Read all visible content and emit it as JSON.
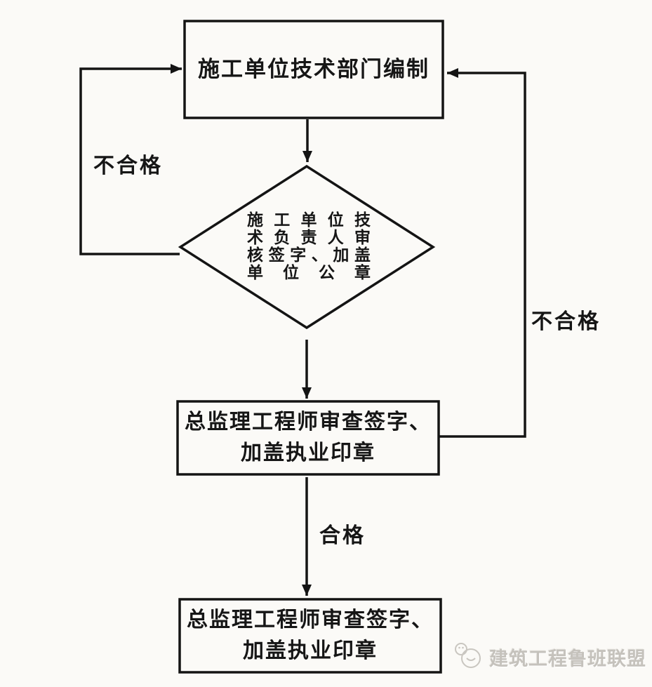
{
  "page": {
    "background": "#fbfaf7",
    "line_color": "#141414"
  },
  "flowchart": {
    "top_box": {
      "label": "施工单位技术部门编制"
    },
    "decision_diamond": {
      "label": "施工单位技术负责人审核签字、加盖单位公章",
      "lines": [
        "施工单位技",
        "术负责人审",
        "核签字、加盖",
        "单位公章"
      ]
    },
    "middle_box": {
      "label": "总监理工程师审查签字、加盖执业印章",
      "lines": [
        "总监理工程师审查签字、",
        "加盖执业印章"
      ]
    },
    "bottom_box": {
      "label": "总监理工程师审查签字、加盖执业印章",
      "lines": [
        "总监理工程师审查签字、",
        "加盖执业印章"
      ]
    },
    "edge_labels": {
      "left_fail": "不合格",
      "right_fail": "不合格",
      "pass": "合格"
    }
  },
  "watermark": {
    "text": "建筑工程鲁班联盟",
    "logo_icon": "luban-mascot-icon"
  }
}
